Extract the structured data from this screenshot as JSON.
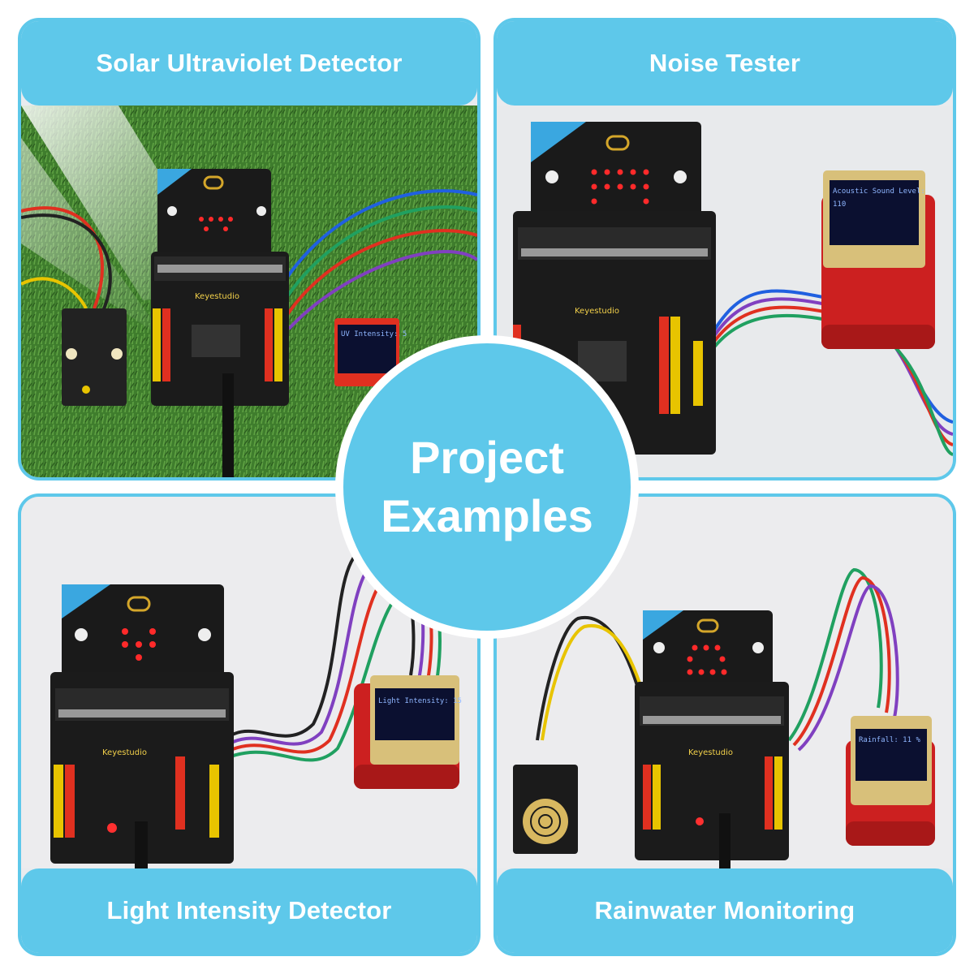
{
  "center": {
    "line1": "Project",
    "line2": "Examples"
  },
  "panels": [
    {
      "title": "Solar Ultraviolet Detector",
      "display": "UV Intensity: 5",
      "board": "Keyestudio"
    },
    {
      "title": "Noise Tester",
      "display_line1": "Acoustic Sound Level:",
      "display_line2": "110",
      "board": "Keyestudio"
    },
    {
      "title": "Light Intensity Detector",
      "display": "Light Intensity: 15",
      "board": "Keyestudio"
    },
    {
      "title": "Rainwater Monitoring",
      "display": "Rainfall: 11 %",
      "board": "Keyestudio"
    }
  ],
  "colors": {
    "accent": "#5ec8ea",
    "grass": "#3d7a2c",
    "led": "#ff2a2a"
  }
}
